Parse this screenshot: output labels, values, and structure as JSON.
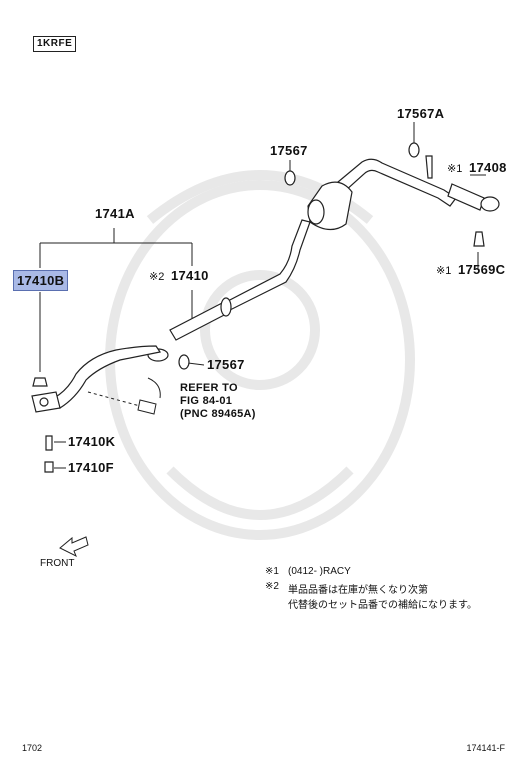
{
  "engine_tag": "1KRFE",
  "parts": {
    "p17567A": "17567A",
    "p17567_top": "17567",
    "p17408": "17408",
    "p17569C": "17569C",
    "p1741A": "1741A",
    "p17410": "17410",
    "p17410B": "17410B",
    "p17567_mid": "17567",
    "p17410K": "17410K",
    "p17410F": "17410F"
  },
  "marks": {
    "m1_a": "※1",
    "m1_b": "※1",
    "m2": "※2"
  },
  "refer": {
    "line1": "REFER TO",
    "line2": "FIG 84-01",
    "line3": "(PNC 89465A)"
  },
  "front_label": "FRONT",
  "notes": {
    "n1_mark": "※1",
    "n1_text": "(0412-     )RACY",
    "n2_mark": "※2",
    "n2_line1": "単品品番は在庫が無くなり次第",
    "n2_line2": "代替後のセット品番での補給になります。"
  },
  "footer": {
    "left": "1702",
    "right": "174141-F"
  },
  "colors": {
    "highlight": "#a9b9e6",
    "line": "#222222",
    "watermark": "#e6e6e6"
  }
}
